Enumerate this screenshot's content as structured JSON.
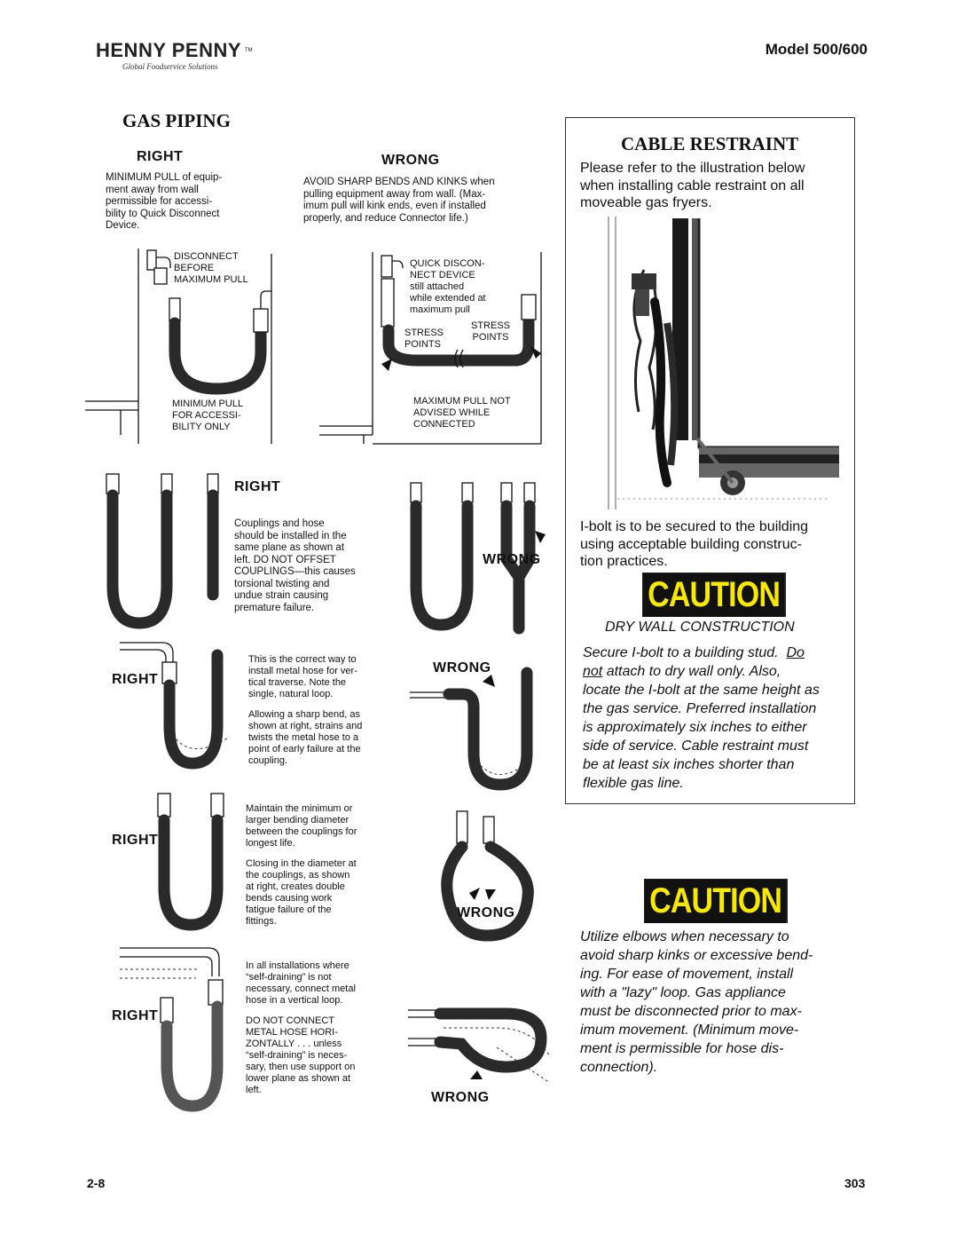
{
  "header": {
    "logo_text": "HENNY PENNY",
    "logo_tm": "TM",
    "logo_tagline": "Global Foodservice Solutions",
    "model": "Model 500/600"
  },
  "gas_piping": {
    "title": "GAS PIPING",
    "top_right_header": "RIGHT",
    "top_right_text": [
      "MINIMUM PULL of equip-",
      "ment away from wall",
      "permissible for accessi-",
      "bility to Quick Disconnect",
      "Device."
    ],
    "top_wrong_header": "WRONG",
    "top_wrong_text": [
      "AVOID SHARP BENDS AND KINKS when",
      "pulling equipment away from wall. (Max-",
      "imum pull will kink ends, even if installed",
      "properly, and reduce Connector life.)"
    ],
    "fig1_label_a": [
      "DISCONNECT",
      "BEFORE",
      "MAXIMUM  PULL"
    ],
    "fig1_label_b": [
      "MINIMUM PULL",
      "FOR ACCESSI-",
      "BILITY ONLY"
    ],
    "fig2_label_a": [
      "QUICK DISCON-",
      "NECT DEVICE",
      "still attached",
      "while extended at",
      "maximum pull"
    ],
    "fig2_label_stress_left": [
      "STRESS",
      "POINTS"
    ],
    "fig2_label_stress_right": [
      "STRESS",
      "POINTS"
    ],
    "fig2_label_b": [
      "MAXIMUM PULL NOT",
      "ADVISED WHILE",
      "CONNECTED"
    ],
    "section2_right": "RIGHT",
    "section2_text": [
      "Couplings and hose",
      "should be installed in the",
      "same plane as shown at",
      "left. DO NOT OFFSET",
      "COUPLINGS—this causes",
      "torsional twisting and",
      "undue strain causing",
      "premature failure."
    ],
    "section2_wrong": "WRONG",
    "section3_right": "RIGHT",
    "section3_text": [
      "This is the correct way to",
      "install metal hose for ver-",
      "tical traverse. Note the",
      "single, natural loop."
    ],
    "section3_text2": [
      "Allowing a sharp bend, as",
      "shown at right, strains and",
      "twists the metal hose to a",
      "point of early failure at the",
      "coupling."
    ],
    "section3_wrong": "WRONG",
    "section4_right": "RIGHT",
    "section4_text": [
      "Maintain the minimum or",
      "larger bending diameter",
      "between the couplings for",
      "longest life."
    ],
    "section4_text2": [
      "Closing in the diameter at",
      "the couplings, as shown",
      "at right, creates double",
      "bends causing work",
      "fatigue failure of the",
      "fittings."
    ],
    "section4_wrong": "WRONG",
    "section5_right": "RIGHT",
    "section5_text": [
      "In all installations where",
      "“self-draining” is not",
      "necessary, connect metal",
      "hose in a vertical loop."
    ],
    "section5_text2": [
      "DO NOT CONNECT",
      "METAL HOSE HORI-",
      "ZONTALLY . . . unless",
      "“self-draining” is neces-",
      "sary, then use support on",
      "lower plane as shown at",
      "left."
    ],
    "section5_wrong": "WRONG"
  },
  "cable_restraint": {
    "title": "CABLE RESTRAINT",
    "intro": [
      "Please refer to the illustration below",
      "when installing cable restraint on all",
      "moveable gas fryers."
    ],
    "ibolt": [
      "I-bolt is to be secured to the building",
      "using acceptable building construc-",
      "tion practices."
    ],
    "caution1": "CAUTION",
    "dry_wall_title": "DRY WALL CONSTRUCTION",
    "dry_wall_text": [
      "Secure I-bolt to a building stud.",
      "Do",
      "not",
      "attach to dry wall only.  Also,",
      "locate the I-bolt at the same height as",
      "the gas service.  Preferred installation",
      "is approximately six inches to either",
      "side of service.  Cable restraint must",
      "be at least six inches shorter than",
      "flexible gas line."
    ]
  },
  "caution2": {
    "label": "CAUTION",
    "text": [
      "Utilize elbows when necessary to",
      "avoid sharp kinks or excessive bend-",
      "ing.  For ease of movement, install",
      "with a \"lazy\" loop.  Gas appliance",
      "must be disconnected prior to max-",
      "imum movement.  (Minimum move-",
      "ment is permissible for hose dis-",
      "connection)."
    ]
  },
  "footer": {
    "left": "2-8",
    "right": "303"
  }
}
